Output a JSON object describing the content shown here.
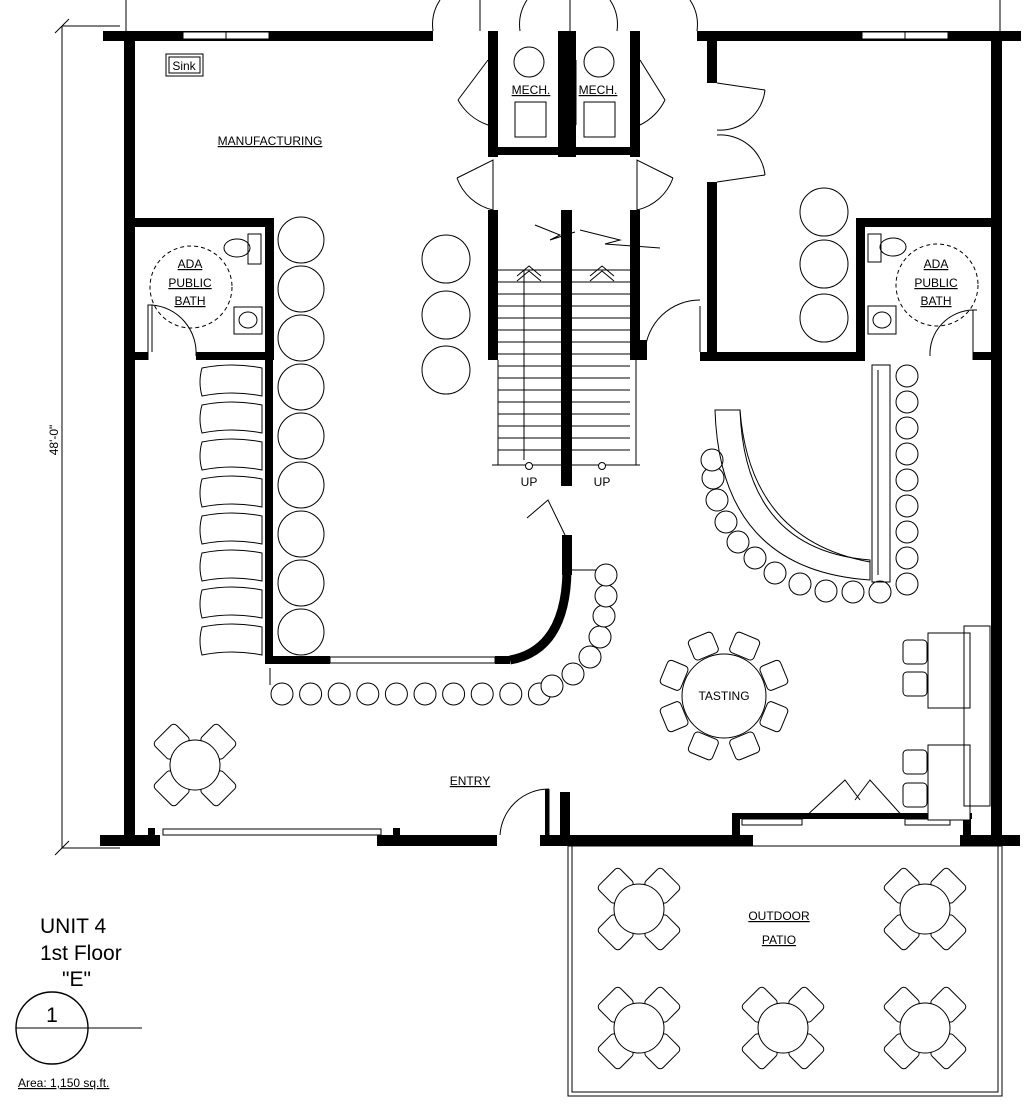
{
  "plan": {
    "rooms": {
      "manufacturing": "MANUFACTURING",
      "mech_left": "MECH.",
      "mech_right": "MECH.",
      "entry": "ENTRY",
      "tasting": "TASTING",
      "outdoor_line1": "OUTDOOR",
      "outdoor_line2": "PATIO"
    },
    "bath_left": [
      "ADA",
      "PUBLIC",
      "BATH"
    ],
    "bath_right": [
      "ADA",
      "PUBLIC",
      "BATH"
    ],
    "sink": "Sink",
    "stairs_up_left": "UP",
    "stairs_up_right": "UP",
    "dimension": "48'-0\""
  },
  "title_block": {
    "unit": "UNIT 4",
    "floor": "1st Floor",
    "variant": "\"E\"",
    "detail_number": "1",
    "area": "Area: 1,150 sq.ft."
  }
}
